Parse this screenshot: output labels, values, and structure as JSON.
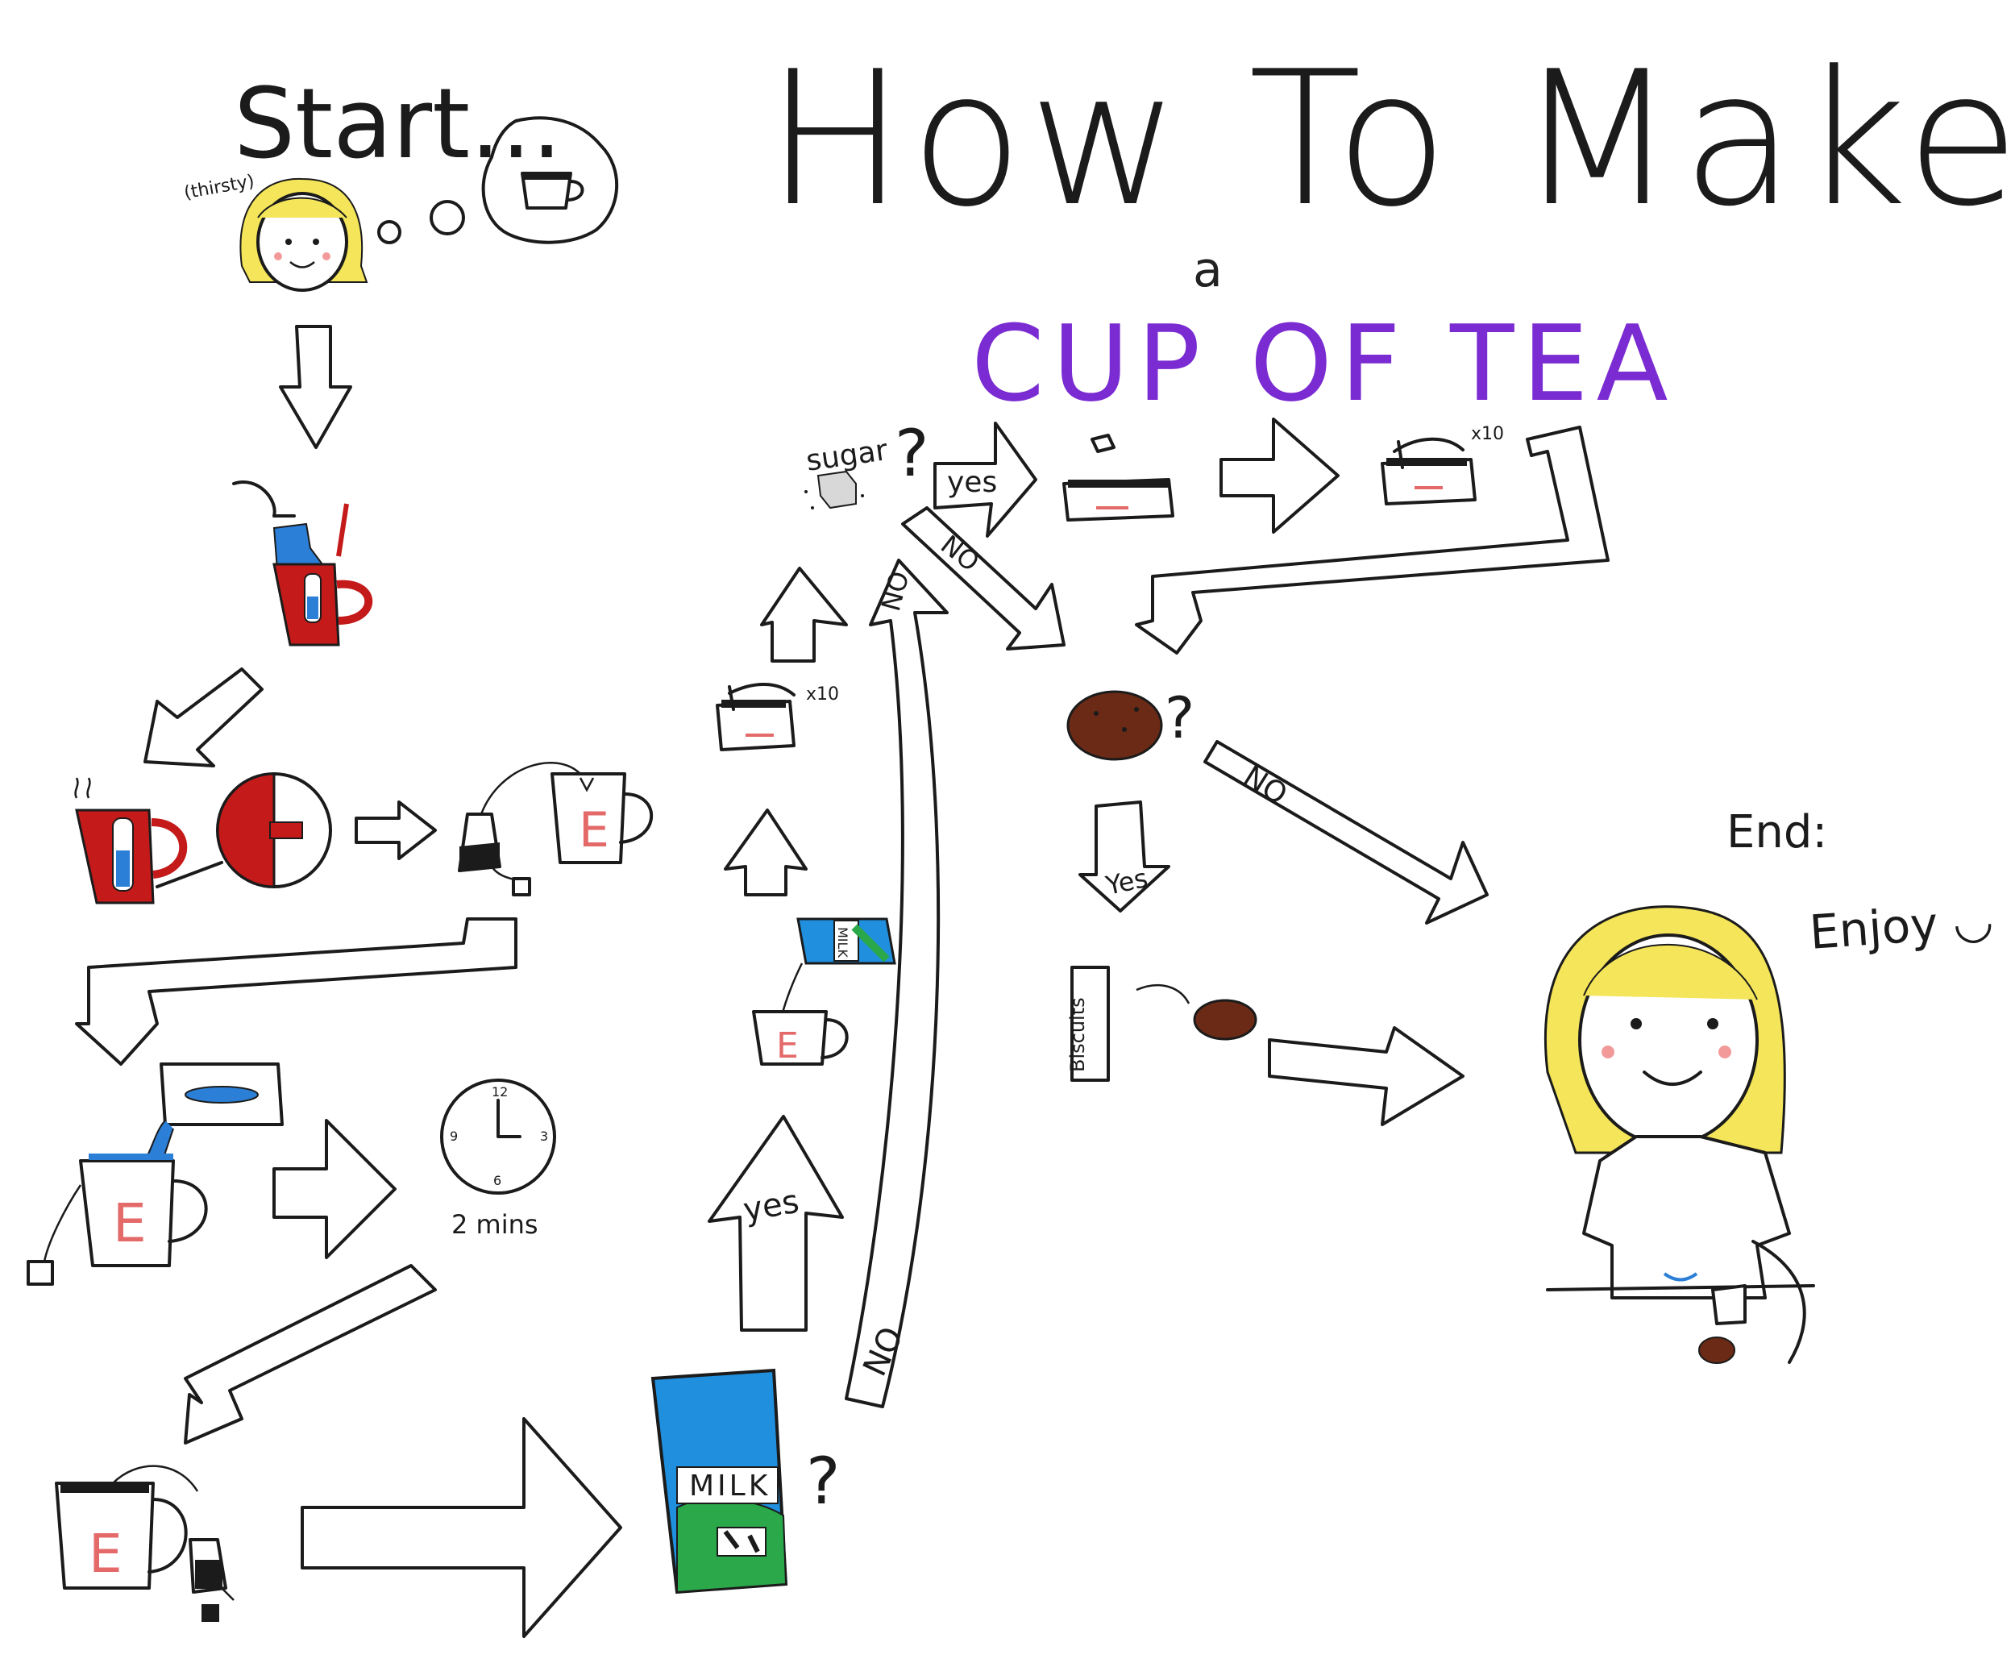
{
  "diagram": {
    "title": "How To Make",
    "title_article": "a",
    "subtitle": "CUP OF TEA",
    "subtitle_color": "#7a2bd1",
    "start_label": "Start...",
    "thirsty_label": "(thirsty)",
    "sugar_label": "sugar",
    "question_mark": "?",
    "yes_label": "yes",
    "yes_label_caps": "Yes",
    "no_label": "NO",
    "x10_label": "x10",
    "mins_label": "2 mins",
    "milk_label": "MILK",
    "mug_letter": "E",
    "biscuits_label": "Biscuits",
    "end_label": "End:",
    "enjoy_label": "Enjoy ◡",
    "kettle_color": "#c41a1a",
    "water_color": "#2c7fd6",
    "milk_carton_color": "#1f8fde",
    "grass_color": "#2aa84a",
    "biscuit_color": "#6b2a16",
    "hair_color": "#f4e55a"
  }
}
